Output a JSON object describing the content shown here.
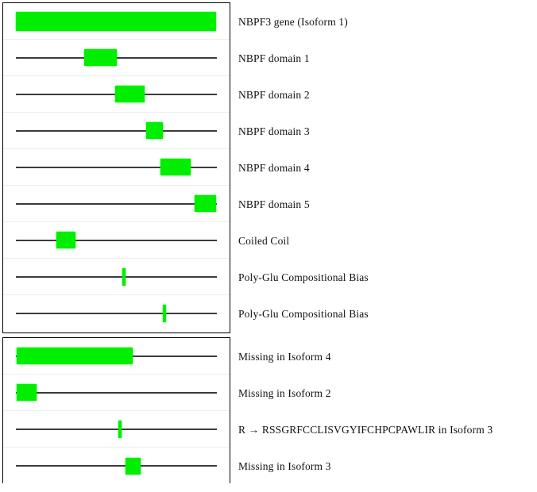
{
  "figure": {
    "title": "NBPF3 gene protein feature map",
    "accent_color": "#00ee00",
    "track_color": "#3b3b3b",
    "border_color": "#000000",
    "row_divider_color": "#eeeeee",
    "background_color": "#ffffff"
  },
  "panels": [
    {
      "id": "main-features",
      "name": "canonical-feature-panel",
      "rows": [
        {
          "label": "NBPF3  gene (Isoform 1)",
          "name": "row-nbpf3-gene-isoform-1",
          "track": false,
          "features": [
            {
              "start_pct": 0.0,
              "end_pct": 100.0,
              "shape": "block"
            }
          ]
        },
        {
          "label": "NBPF  domain 1",
          "name": "row-nbpf-domain-1",
          "track": true,
          "features": [
            {
              "start_pct": 34.1,
              "end_pct": 50.4,
              "shape": "block"
            }
          ]
        },
        {
          "label": "NBPF  domain 2",
          "name": "row-nbpf-domain-2",
          "track": true,
          "features": [
            {
              "start_pct": 49.6,
              "end_pct": 64.3,
              "shape": "block"
            }
          ]
        },
        {
          "label": "NBPF  domain 3",
          "name": "row-nbpf-domain-3",
          "track": true,
          "features": [
            {
              "start_pct": 65.1,
              "end_pct": 73.4,
              "shape": "block"
            }
          ]
        },
        {
          "label": "NBPF  domain 4",
          "name": "row-nbpf-domain-4",
          "track": true,
          "features": [
            {
              "start_pct": 72.2,
              "end_pct": 87.3,
              "shape": "block"
            }
          ]
        },
        {
          "label": "NBPF  domain 5",
          "name": "row-nbpf-domain-5",
          "track": true,
          "features": [
            {
              "start_pct": 89.3,
              "end_pct": 100.0,
              "shape": "block"
            }
          ]
        },
        {
          "label": "Coiled Coil",
          "name": "row-coiled-coil",
          "track": true,
          "features": [
            {
              "start_pct": 20.2,
              "end_pct": 29.8,
              "shape": "block"
            }
          ]
        },
        {
          "label": "Poly-Glu Compositional Bias",
          "name": "row-poly-glu-bias-1",
          "track": true,
          "features": [
            {
              "start_pct": 53.2,
              "end_pct": 54.8,
              "shape": "tick"
            }
          ]
        },
        {
          "label": "Poly-Glu Compositional Bias",
          "name": "row-poly-glu-bias-2",
          "track": true,
          "features": [
            {
              "start_pct": 73.4,
              "end_pct": 75.0,
              "shape": "tick"
            }
          ]
        }
      ]
    },
    {
      "id": "isoform-differences",
      "name": "isoform-difference-panel",
      "rows": [
        {
          "label": "Missing in Isoform 4",
          "name": "row-missing-isoform-4",
          "track": true,
          "features": [
            {
              "start_pct": 0.4,
              "end_pct": 58.3,
              "shape": "block"
            }
          ]
        },
        {
          "label": "Missing in Isoform 2",
          "name": "row-missing-isoform-2",
          "track": true,
          "features": [
            {
              "start_pct": 0.4,
              "end_pct": 10.3,
              "shape": "block"
            }
          ]
        },
        {
          "label": "R → RSSGRFCCLISVGYIFCHPCPAWLIR in Isoform 3",
          "name": "row-variant-isoform-3",
          "track": true,
          "features": [
            {
              "start_pct": 51.2,
              "end_pct": 52.8,
              "shape": "tick"
            }
          ]
        },
        {
          "label": "Missing in Isoform 3",
          "name": "row-missing-isoform-3",
          "track": true,
          "features": [
            {
              "start_pct": 54.8,
              "end_pct": 62.3,
              "shape": "block"
            }
          ]
        }
      ]
    }
  ]
}
